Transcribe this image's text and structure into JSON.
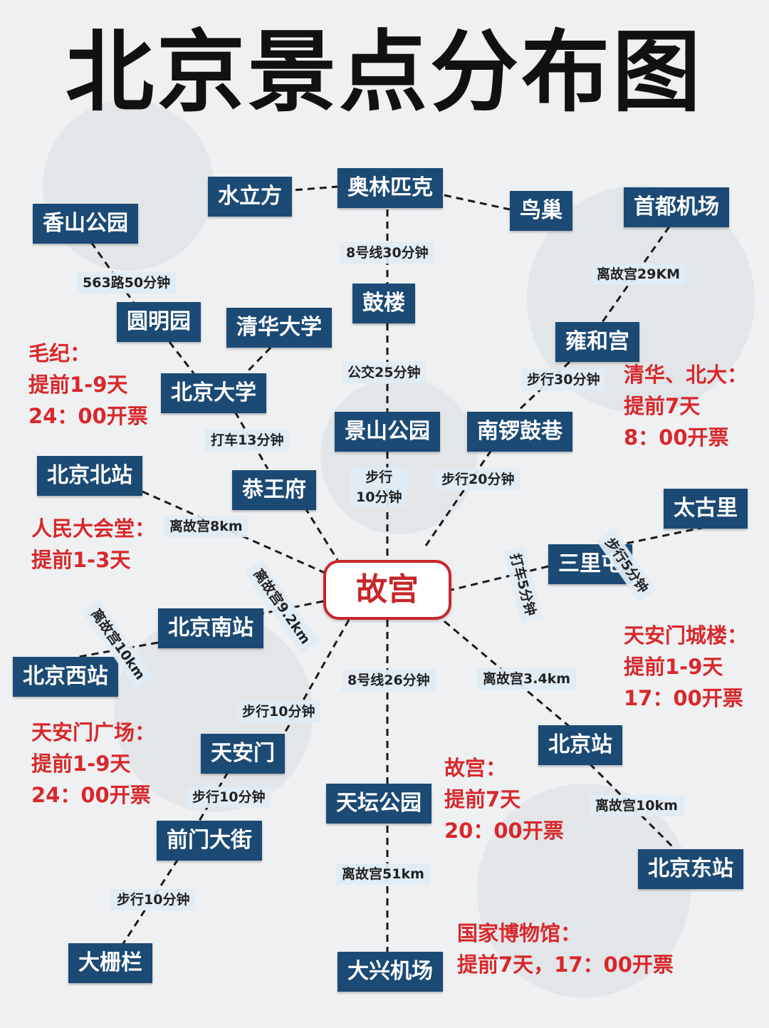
{
  "title": "北京景点分布图",
  "center": "故宫",
  "nodes": {
    "shuilifang": "水立方",
    "aolinpike": "奥林匹克",
    "niaochao": "鸟巢",
    "shoudujichang": "首都机场",
    "xiangshan": "香山公园",
    "gulou": "鼓楼",
    "yuanmingyuan": "圆明园",
    "qinghua": "清华大学",
    "yonghegong": "雍和宫",
    "beida": "北京大学",
    "jingshan": "景山公园",
    "nanluoguxiang": "南锣鼓巷",
    "beijingbeizhan": "北京北站",
    "gongwangfu": "恭王府",
    "taiguli": "太古里",
    "sanlitun": "三里屯",
    "beijingnanzhan": "北京南站",
    "beijingxizhan": "北京西站",
    "tiananmen": "天安门",
    "beijingzhan": "北京站",
    "tiantan": "天坛公园",
    "qianmen": "前门大街",
    "beijingdongzhan": "北京东站",
    "dashilan": "大栅栏",
    "daxingjichang": "大兴机场"
  },
  "edges": {
    "line8_30": "8号线30分钟",
    "bus563": "563路50分钟",
    "capital_dist": "离故宫29KM",
    "bus25": "公交25分钟",
    "walk30": "步行30分钟",
    "taxi13": "打车13分钟",
    "walk10_jingshan_1": "步行",
    "walk10_jingshan_2": "10分钟",
    "walk20": "步行20分钟",
    "north_station_dist": "离故宫8km",
    "walk5": "步行5分钟",
    "taxi5": "打车5分钟",
    "south_station_dist": "离故宫9.2km",
    "west_station_dist": "离故宫10km",
    "line8_26": "8号线26分钟",
    "bjz_dist": "离故宫3.4km",
    "walk10_tam": "步行10分钟",
    "walk10_qm": "步行10分钟",
    "east_station_dist": "离故宫10km",
    "daxing_dist": "离故宫51km",
    "walk10_dsl": "步行10分钟"
  },
  "notes": {
    "maoji": [
      "毛纪：",
      "提前1-9天",
      "24：00开票"
    ],
    "qinghua_beida": [
      "清华、北大：",
      "提前7天",
      "8：00开票"
    ],
    "renmin": [
      "人民大会堂：",
      "提前1-3天"
    ],
    "chenglou": [
      "天安门城楼：",
      "提前1-9天",
      "17：00开票"
    ],
    "guangchang": [
      "天安门广场：",
      "提前1-9天",
      "24：00开票"
    ],
    "gugong": [
      "故宫：",
      "提前7天",
      "20：00开票"
    ],
    "bowuguan": [
      "国家博物馆：",
      "提前7天，17：00开票"
    ]
  },
  "colors": {
    "node_bg": "#1b4a74",
    "accent_red": "#c8262a",
    "edge_label_bg": "#e0ebf4"
  }
}
